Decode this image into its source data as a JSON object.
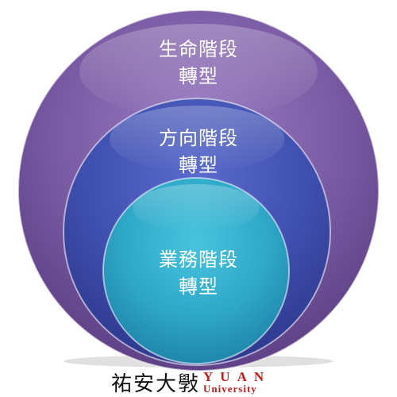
{
  "circles": {
    "outer": {
      "line1": "生命階段",
      "line2": "轉型",
      "color": "#7a5aa3"
    },
    "middle": {
      "line1": "方向階段",
      "line2": "轉型",
      "color": "#3f4fae"
    },
    "inner": {
      "line1": "業務階段",
      "line2": "轉型",
      "color": "#2fa8c8"
    }
  },
  "logo": {
    "chinese": "祐安大斅",
    "english_top": "YUAN",
    "english_bottom": "University",
    "english_color": "#c41a1a"
  }
}
